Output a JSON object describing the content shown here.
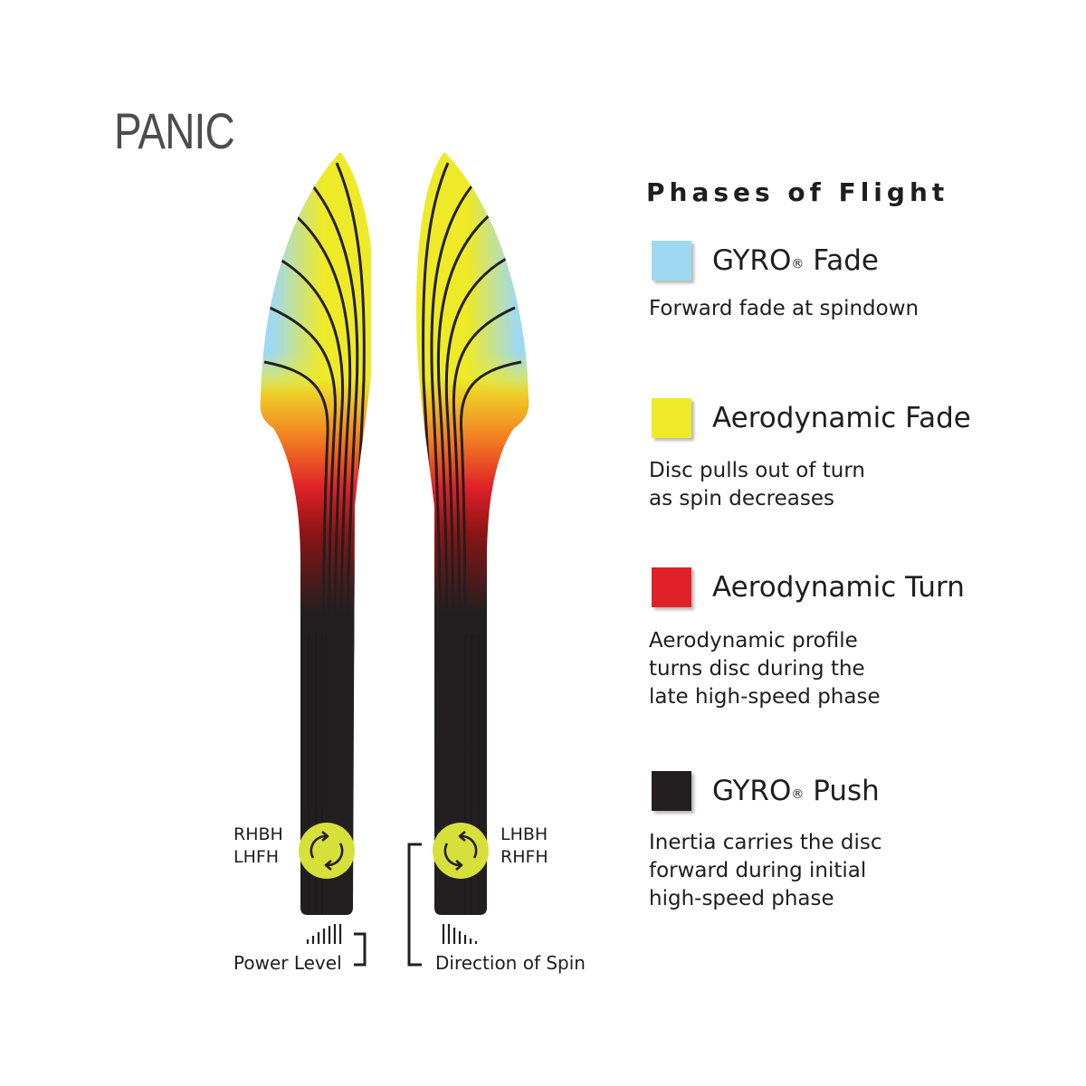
{
  "title": "PANIC",
  "legend": {
    "heading": "Phases of Flight",
    "items": [
      {
        "name": "GYRO",
        "mark": "®",
        "suffix": " Fade",
        "color": "#9fd9f1",
        "description": [
          "Forward fade at spindown"
        ]
      },
      {
        "name": "Aerodynamic Fade",
        "mark": "",
        "suffix": "",
        "color": "#eeea28",
        "description": [
          "Disc pulls out of turn",
          "as spin decreases"
        ]
      },
      {
        "name": "Aerodynamic Turn",
        "mark": "",
        "suffix": "",
        "color": "#e02228",
        "description": [
          "Aerodynamic profile",
          "turns disc during the",
          "late high-speed phase"
        ]
      },
      {
        "name": "GYRO",
        "mark": "®",
        "suffix": " Push",
        "color": "#231f20",
        "description": [
          "Inertia carries the disc",
          "forward during initial",
          "high-speed phase"
        ]
      }
    ]
  },
  "flights": {
    "left": {
      "throws": [
        "RHBH",
        "LHFH"
      ],
      "marker_color": "#d7e03a"
    },
    "right": {
      "throws": [
        "LHBH",
        "RHFH"
      ],
      "marker_color": "#d7e03a"
    }
  },
  "keys": {
    "power_level": "Power Level",
    "direction_of_spin": "Direction of Spin"
  }
}
